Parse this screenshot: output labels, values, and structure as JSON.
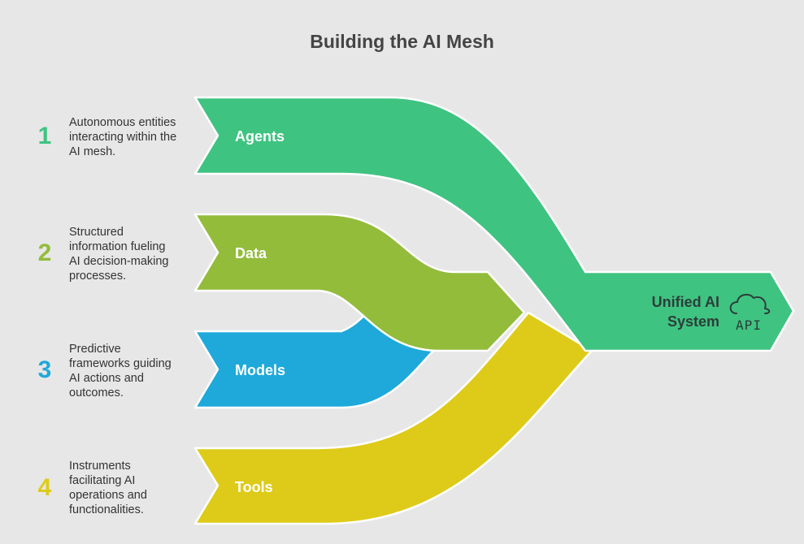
{
  "title": "Building the AI Mesh",
  "items": [
    {
      "number": "1",
      "label": "Agents",
      "color": "#3fc381",
      "description": [
        "Autonomous entities",
        "interacting within the",
        "AI mesh."
      ]
    },
    {
      "number": "2",
      "label": "Data",
      "color": "#93bc3b",
      "description": [
        "Structured",
        "information fueling",
        "AI decision-making",
        "processes."
      ]
    },
    {
      "number": "3",
      "label": "Models",
      "color": "#1ea9da",
      "description": [
        "Predictive",
        "frameworks guiding",
        "AI actions and",
        "outcomes."
      ]
    },
    {
      "number": "4",
      "label": "Tools",
      "color": "#decb19",
      "description": [
        "Instruments",
        "facilitating AI",
        "operations and",
        "functionalities."
      ]
    }
  ],
  "output": {
    "label_lines": [
      "Unified AI",
      "System"
    ],
    "icon": "cloud-api-icon",
    "icon_text": "API",
    "color": "#3fc381"
  }
}
